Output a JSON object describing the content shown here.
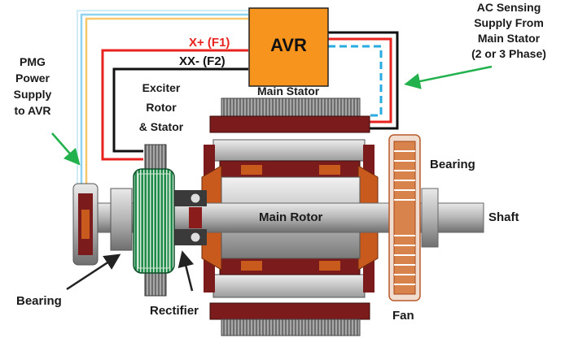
{
  "labels": {
    "avr": "AVR",
    "f1": "X+ (F1)",
    "f2": "XX- (F2)",
    "main_stator": "Main Stator",
    "ac_sensing": "AC Sensing\nSupply From\nMain Stator\n(2 or 3 Phase)",
    "pmg": "PMG\nPower\nSupply\nto AVR",
    "exciter": "Exciter\nRotor\n& Stator",
    "main_rotor": "Main Rotor",
    "bearing_right": "Bearing",
    "shaft": "Shaft",
    "bearing_left": "Bearing",
    "rectifier": "Rectifier",
    "fan": "Fan"
  },
  "colors": {
    "avr_box": "#f7941d",
    "f1_wire": "#e8231f",
    "f2_wire": "#111111",
    "sensing_wire_red": "#e8231f",
    "sensing_wire_blue": "#29abe2",
    "pmg_wire_yellow": "#f6c86a",
    "pmg_wire_blue": "#8fd3f2",
    "arrow_green": "#22b14c",
    "winding": "#7b1b1b",
    "copper": "#c85a1e",
    "exciter_green": "#1e8a4a",
    "steel": "#9a9a9a"
  }
}
